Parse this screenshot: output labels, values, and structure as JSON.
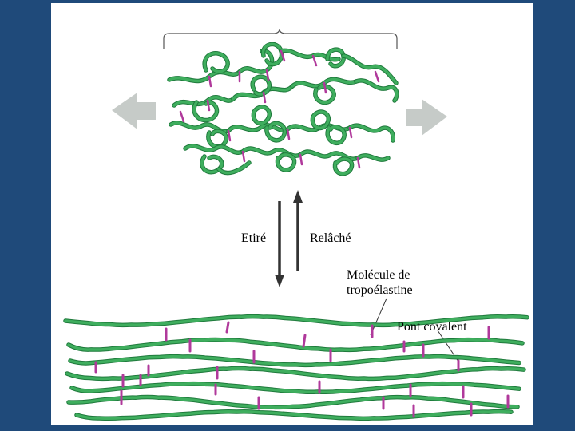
{
  "labels": {
    "stretched": "Etiré",
    "relaxed": "Relâché",
    "molecule_line1": "Molécule de",
    "molecule_line2": "tropoélastine",
    "crosslink": "Pont covalent"
  },
  "colors": {
    "background": "#1f4a7a",
    "panel": "#ffffff",
    "fiber": "#3fae5e",
    "fiber_edge": "#1f7a3c",
    "crosslink": "#b0399b",
    "arrow": "#c6cbc8",
    "stroke": "#333333"
  },
  "icons": {
    "left_arrow": "gray-left-arrow-icon",
    "right_arrow": "gray-right-arrow-icon",
    "down_arrow": "down-arrow-icon",
    "up_arrow": "up-arrow-icon"
  }
}
